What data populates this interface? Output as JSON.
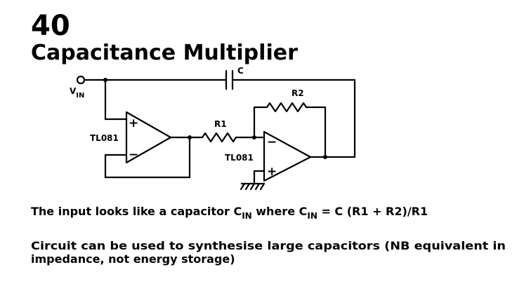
{
  "header": {
    "number": "40",
    "title": "Capacitance Multiplier"
  },
  "schematic": {
    "vin_label": "V",
    "vin_sub": "IN",
    "cap_label": "C",
    "r1_label": "R1",
    "r2_label": "R2",
    "opamp1_label": "TL081",
    "opamp2_label": "TL081",
    "plus": "+",
    "minus": "−"
  },
  "caption": {
    "line1_a": "The input looks like a capacitor C",
    "line1_sub1": "IN",
    "line1_b": " where C",
    "line1_sub2": "IN",
    "line1_c": " = C (R1 + R2)/R1",
    "line2": "Circuit can be used to synthesise large capacitors (NB equivalent in",
    "line3": "impedance, not energy storage)"
  }
}
